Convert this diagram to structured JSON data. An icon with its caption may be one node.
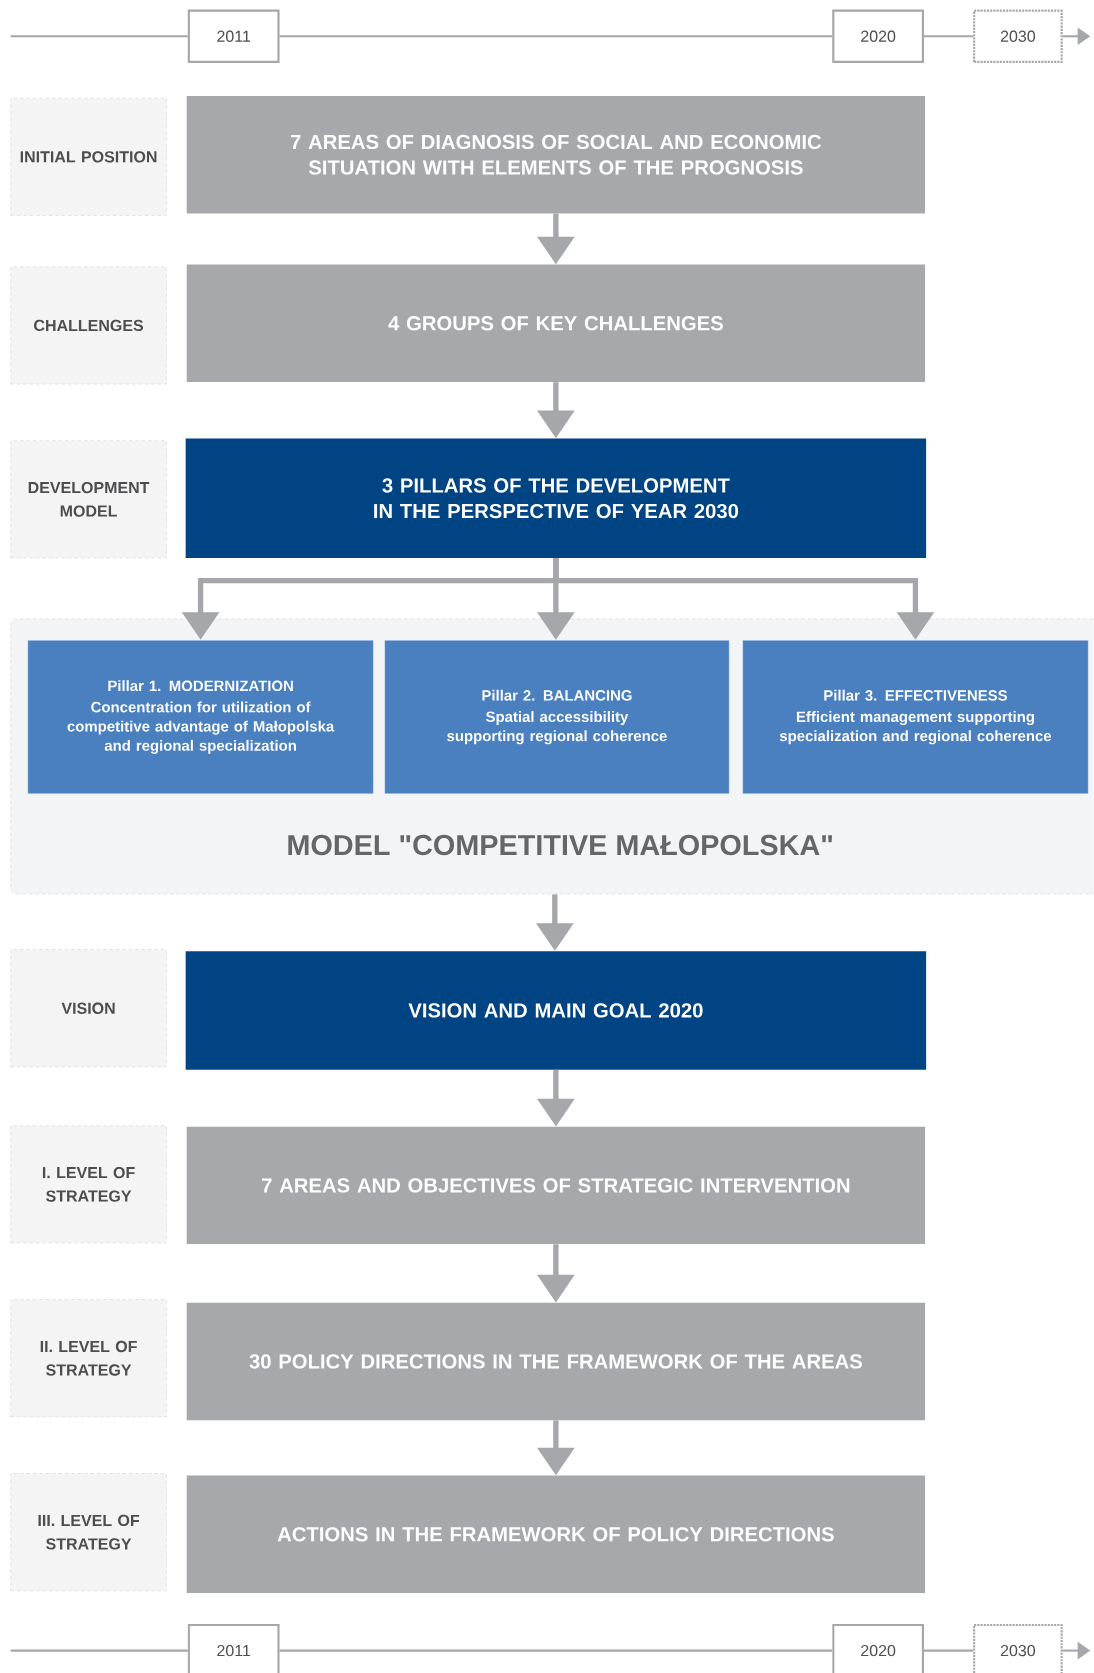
{
  "diagram": {
    "nodes": [
      {
        "text": [
          "2011"
        ]
      },
      {
        "text": [
          "2020"
        ]
      },
      {
        "text": [
          "2030"
        ]
      },
      {
        "text": [
          "INITIAL POSITION"
        ]
      },
      {
        "text": [
          "7 AREAS OF DIAGNOSIS OF SOCIAL AND ECONOMIC SITUATION WITH ELEMENTS OF THE PROGNOSIS"
        ]
      },
      {
        "text": [
          "CHALLENGES"
        ]
      },
      {
        "text": [
          "4 GROUPS OF KEY CHALLENGES"
        ]
      },
      {
        "text": [
          "DEVELOPMENT MODEL"
        ]
      },
      {
        "text": [
          "3 PILLARS OF THE DEVELOPMENT IN THE PERSPECTIVE OF YEAR 2030"
        ]
      },
      {
        "text": [
          "MODEL \"COMPETITIVE MAŁOPOLSKA\""
        ]
      },
      {
        "text": [
          "Pillar 1. MODERNIZATION",
          "Concentration for utilization of competitive advantage of Małopolska and regional specialization"
        ],
        "in": 9
      },
      {
        "text": [
          "Pillar 2. BALANCING",
          "Spatial accessibility supporting regional coherence"
        ],
        "in": 9
      },
      {
        "text": [
          "Pillar 3. EFFECTIVENESS",
          "Efficient management supporting specialization and regional coherence"
        ],
        "in": 9
      },
      {
        "text": [
          "VISION"
        ]
      },
      {
        "text": [
          "VISION AND MAIN GOAL 2020"
        ]
      },
      {
        "text": [
          "I. LEVEL OF STRATEGY"
        ]
      },
      {
        "text": [
          "7 AREAS AND OBJECTIVES OF STRATEGIC INTERVENTION"
        ]
      },
      {
        "text": [
          "II. LEVEL OF STRATEGY"
        ]
      },
      {
        "text": [
          "30 POLICY DIRECTIONS IN THE FRAMEWORK OF THE AREAS"
        ]
      },
      {
        "text": [
          "III. LEVEL OF STRATEGY"
        ]
      },
      {
        "text": [
          "ACTIONS IN THE FRAMEWORK OF POLICY DIRECTIONS"
        ]
      },
      {
        "text": [
          "2011"
        ]
      },
      {
        "text": [
          "2020"
        ]
      },
      {
        "text": [
          "2030"
        ]
      }
    ],
    "edges": [
      {
        "from": null,
        "to": 0,
        "arrow": "none"
      },
      {
        "from": 0,
        "to": 1,
        "arrow": "none"
      },
      {
        "from": 1,
        "to": 2,
        "arrow": "none"
      },
      {
        "from": 2,
        "to": null,
        "arrow": "to"
      },
      {
        "from": 4,
        "to": 6,
        "arrow": "to"
      },
      {
        "from": 6,
        "to": 8,
        "arrow": "to"
      },
      {
        "from": 8,
        "to": 10,
        "arrow": "to"
      },
      {
        "from": 8,
        "to": 11,
        "arrow": "to"
      },
      {
        "from": 8,
        "to": 12,
        "arrow": "to"
      },
      {
        "from": 9,
        "to": 14,
        "arrow": "to"
      },
      {
        "from": 14,
        "to": 16,
        "arrow": "to"
      },
      {
        "from": 16,
        "to": 18,
        "arrow": "to"
      },
      {
        "from": 18,
        "to": 20,
        "arrow": "to"
      },
      {
        "from": null,
        "to": 21,
        "arrow": "none"
      },
      {
        "from": 21,
        "to": 22,
        "arrow": "none"
      },
      {
        "from": 22,
        "to": 23,
        "arrow": "none"
      },
      {
        "from": 23,
        "to": null,
        "arrow": "to"
      }
    ]
  }
}
